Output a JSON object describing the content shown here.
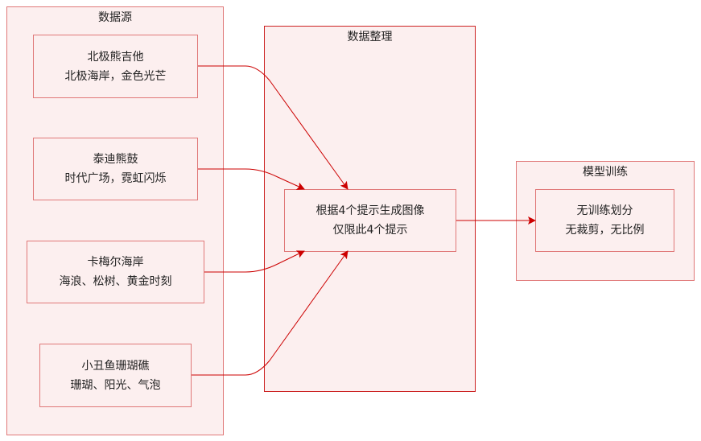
{
  "groups": {
    "sources": {
      "title": "数据源"
    },
    "processing": {
      "title": "数据整理"
    },
    "training": {
      "title": "模型训练"
    }
  },
  "sources": [
    {
      "title": "北极熊吉他",
      "desc": "北极海岸，金色光芒"
    },
    {
      "title": "泰迪熊鼓",
      "desc": "时代广场，霓虹闪烁"
    },
    {
      "title": "卡梅尔海岸",
      "desc": "海浪、松树、黄金时刻"
    },
    {
      "title": "小丑鱼珊瑚礁",
      "desc": "珊瑚、阳光、气泡"
    }
  ],
  "process_node": {
    "line1": "根据4个提示生成图像",
    "line2": "仅限此4个提示"
  },
  "training_node": {
    "line1": "无训练划分",
    "line2": "无裁剪，无比例"
  },
  "colors": {
    "edge": "#cc0000",
    "fill": "#fcefef",
    "border": "#e07878"
  }
}
